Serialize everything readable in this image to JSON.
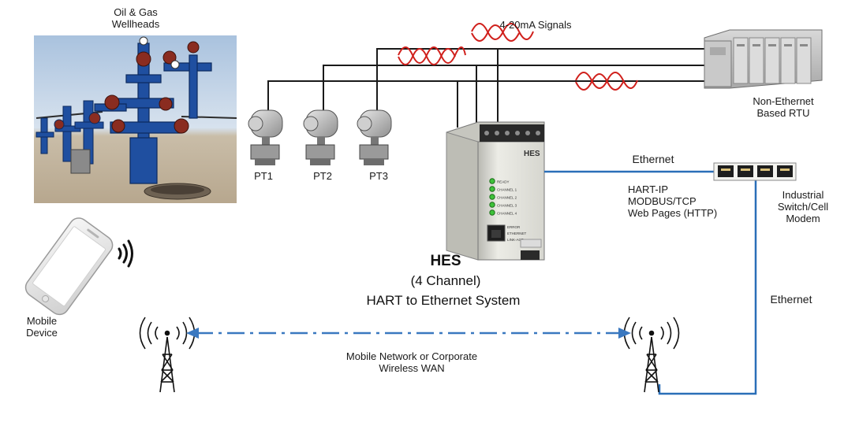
{
  "labels": {
    "wellheads": "Oil & Gas\nWellheads",
    "signals": "4-20mA Signals",
    "rtu": "Non-Ethernet\nBased RTU",
    "pt1": "PT1",
    "pt2": "PT2",
    "pt3": "PT3",
    "ethernet_top": "Ethernet",
    "protocols": "HART-IP\nMODBUS/TCP\nWeb Pages (HTTP)",
    "switch": "Industrial\nSwitch/Cell\nModem",
    "hes_title": "HES",
    "hes_channels": "(4 Channel)",
    "hes_desc": "HART to Ethernet System",
    "mobile": "Mobile\nDevice",
    "ethernet_right": "Ethernet",
    "network": "Mobile Network or Corporate\nWireless WAN"
  },
  "device": {
    "brand": "HES",
    "leds": [
      "READY",
      "CHANNEL 1",
      "CHANNEL 2",
      "CHANNEL 3",
      "CHANNEL 4"
    ],
    "port_labels": [
      "ERROR",
      "ETHERNET",
      "LINK-ACT"
    ]
  },
  "colors": {
    "ethernet_link": "#2a6fb8",
    "wireless_link": "#3a78c0",
    "signal_wave": "#d0201c",
    "wire": "#1a1a1a",
    "wellhead_blue": "#1f4fa0",
    "led_green": "#3ec23a"
  }
}
